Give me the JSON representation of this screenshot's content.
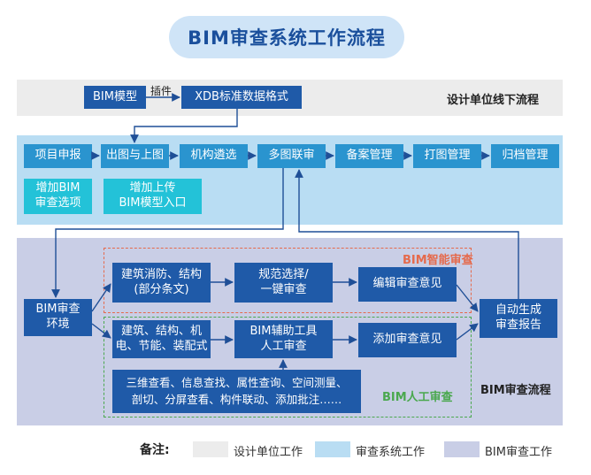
{
  "title": "BIM审查系统工作流程",
  "offline": {
    "bim_model": "BIM模型",
    "plugin": "插件",
    "xdb": "XDB标准数据格式",
    "label": "设计单位线下流程"
  },
  "review_system": {
    "steps": [
      "项目申报",
      "出图与上图",
      "机构遴选",
      "多图联审",
      "备案管理",
      "打图管理",
      "归档管理"
    ],
    "add_bim_option": "增加BIM\n审查选项",
    "add_upload": "增加上传\nBIM模型入口"
  },
  "bim_review": {
    "env": "BIM审查\n环境",
    "smart_label": "BIM智能审查",
    "manual_label": "BIM人工审查",
    "label": "BIM审查流程",
    "smart_scope": "建筑消防、结构\n(部分条文)",
    "rule_select": "规范选择/\n一键审查",
    "edit_opinion": "编辑审查意见",
    "manual_scope": "建筑、结构、机\n电、节能、装配式",
    "bim_tool": "BIM辅助工具\n人工审查",
    "add_opinion": "添加审查意见",
    "auto_report": "自动生成\n审查报告",
    "tools": "三维查看、信息查找、属性查询、空间测量、\n剖切、分屏查看、构件联动、添加批注……"
  },
  "legend": {
    "label": "备注:",
    "items": [
      {
        "text": "设计单位工作",
        "color": "#ececec"
      },
      {
        "text": "审查系统工作",
        "color": "#b9ddf3"
      },
      {
        "text": "BIM审查工作",
        "color": "#c9cee6"
      }
    ]
  },
  "colors": {
    "dark_box": "#1f5aa8",
    "mid_box": "#2a94cf",
    "teal_box": "#23c2d8",
    "title": "#1a4f9c",
    "smart_accent": "#e56a4c",
    "manual_accent": "#4aa84e"
  }
}
